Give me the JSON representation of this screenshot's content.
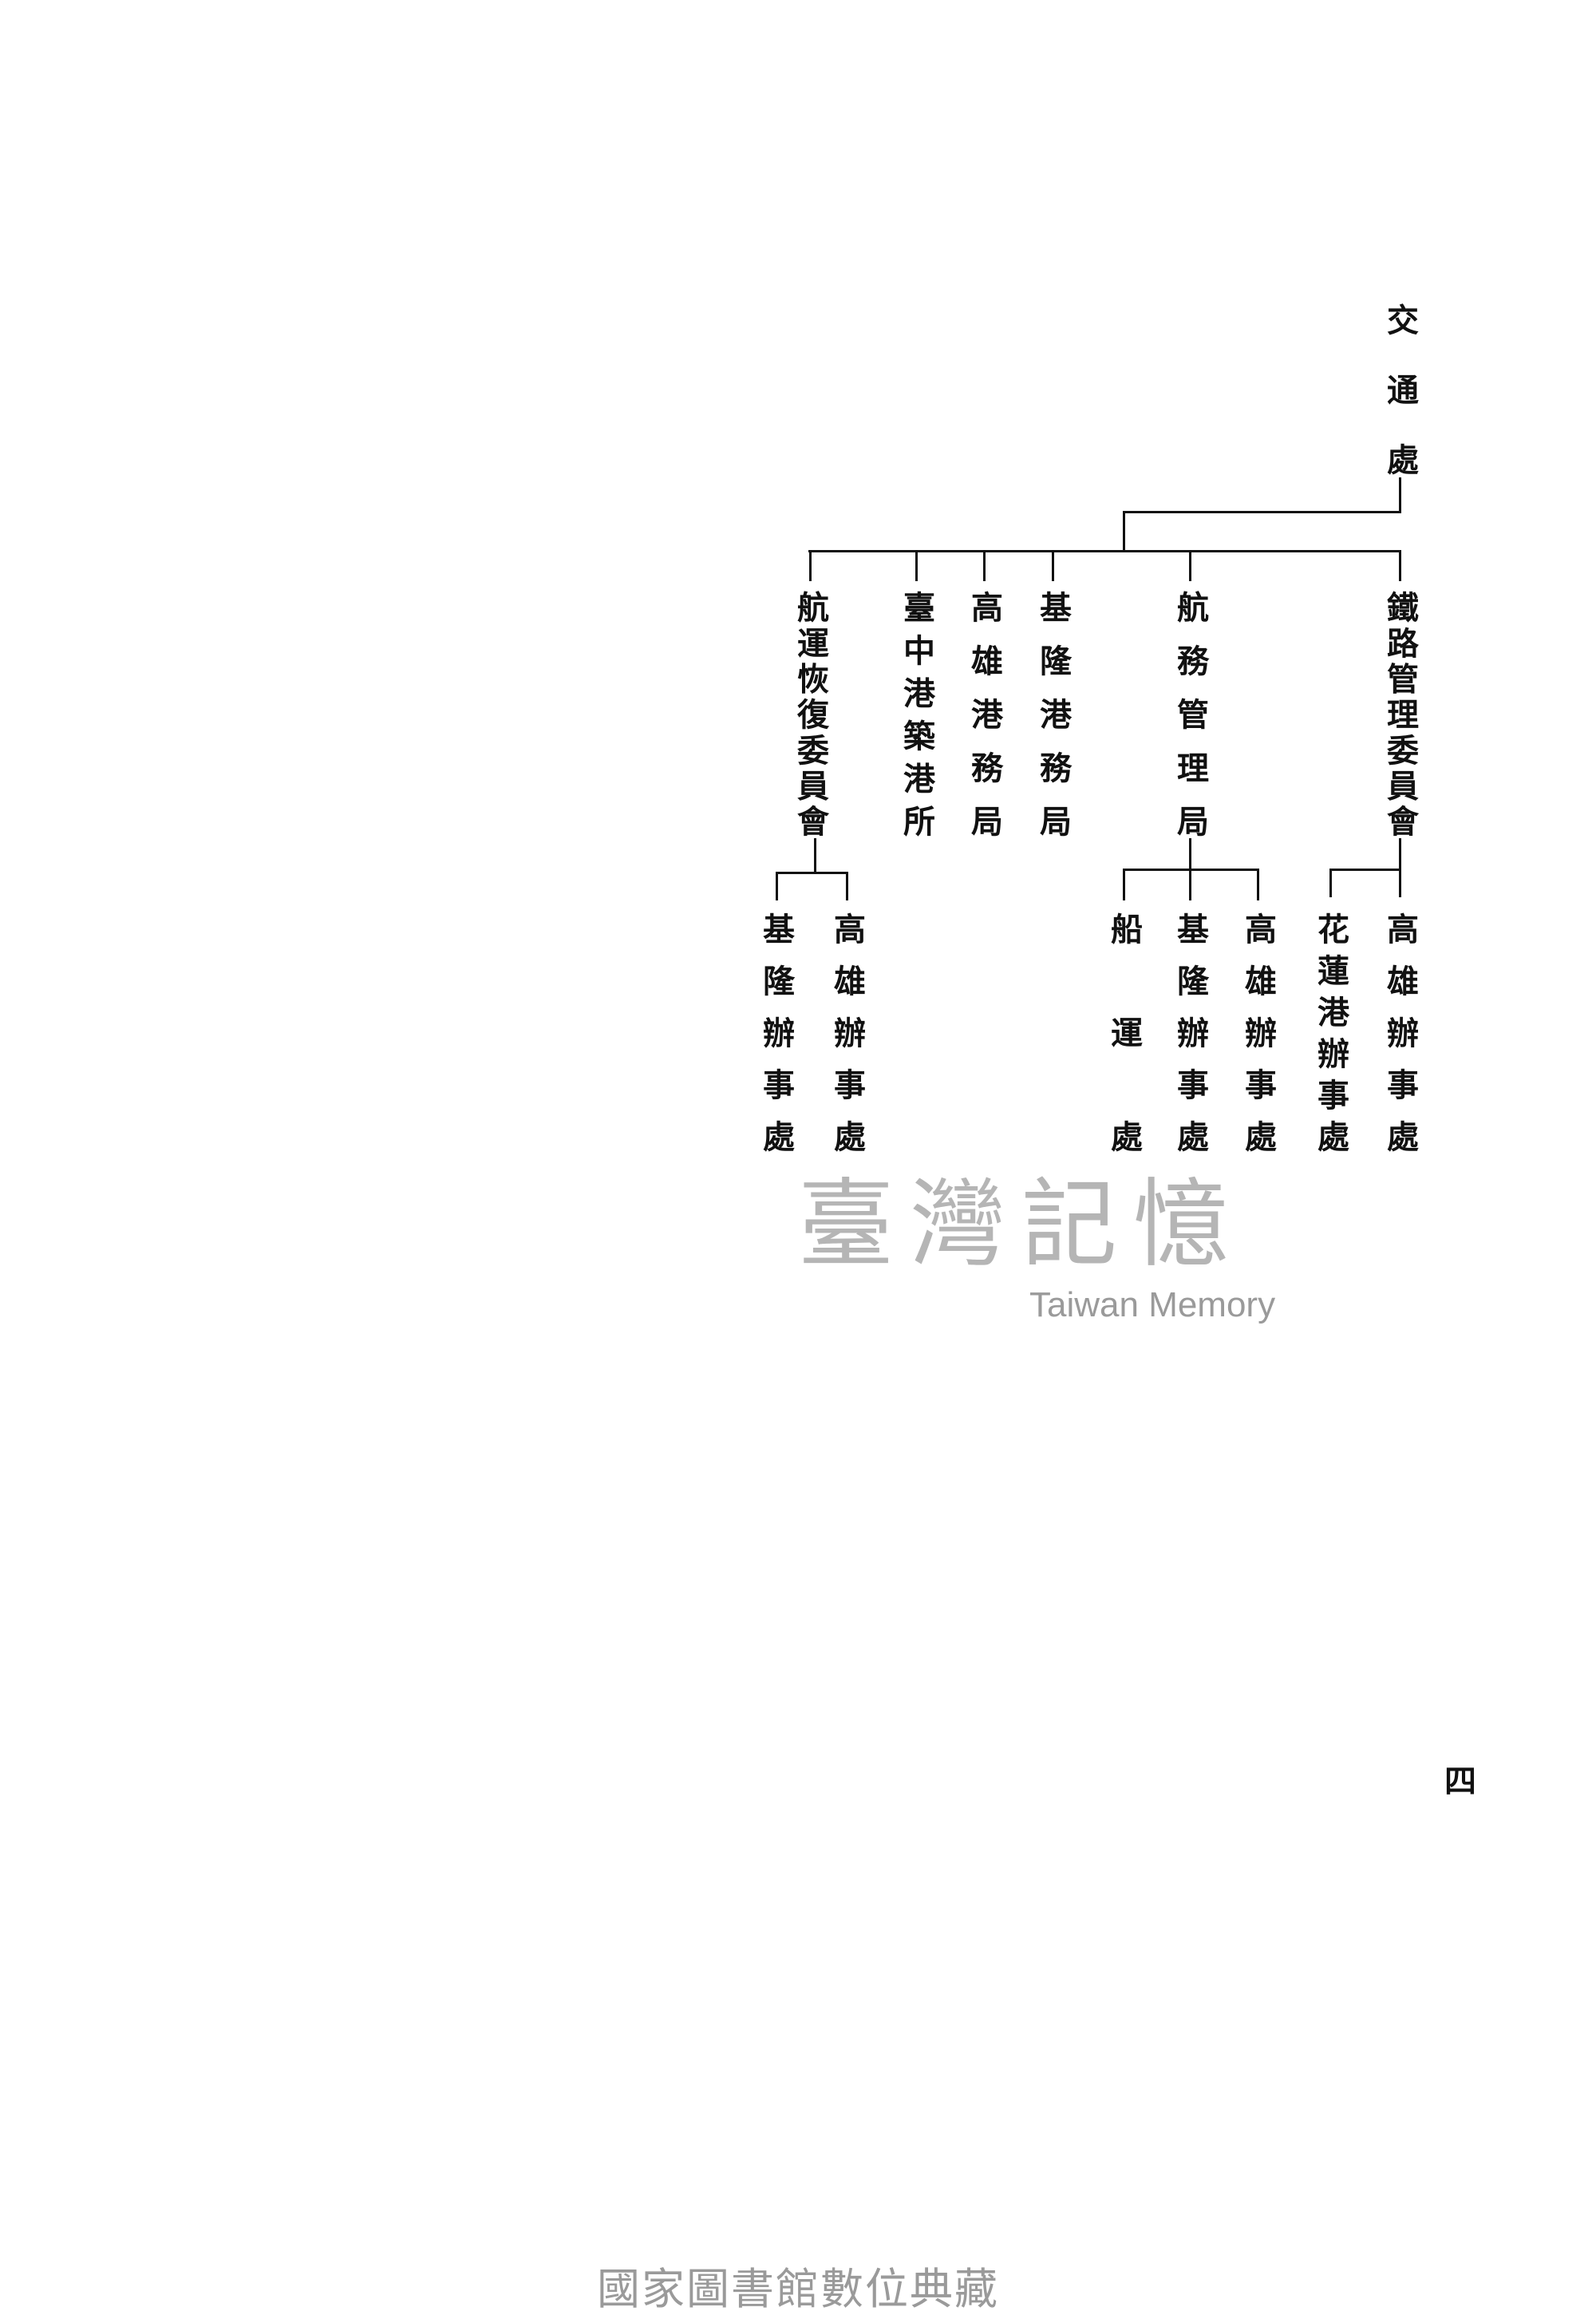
{
  "chart_title": "交通處",
  "level1": [
    {
      "label": "航運恢復委員會"
    },
    {
      "label": "臺中港築港所"
    },
    {
      "label": "高雄港務局"
    },
    {
      "label": "基隆港務局"
    },
    {
      "label": "航務管理局"
    },
    {
      "label": "鐵路管理委員會"
    }
  ],
  "level2": {
    "shipping_recovery": [
      "基隆辦事處",
      "高雄辦事處"
    ],
    "navigation_admin": [
      "船運處",
      "基隆辦事處",
      "高雄辦事處"
    ],
    "railway_admin": [
      "花蓮港辦事處",
      "高雄辦事處"
    ]
  },
  "page_number": "四",
  "watermark": {
    "chinese": "臺灣記憶",
    "english": "Taiwan Memory"
  },
  "footer": "國家圖書館數位典藏"
}
